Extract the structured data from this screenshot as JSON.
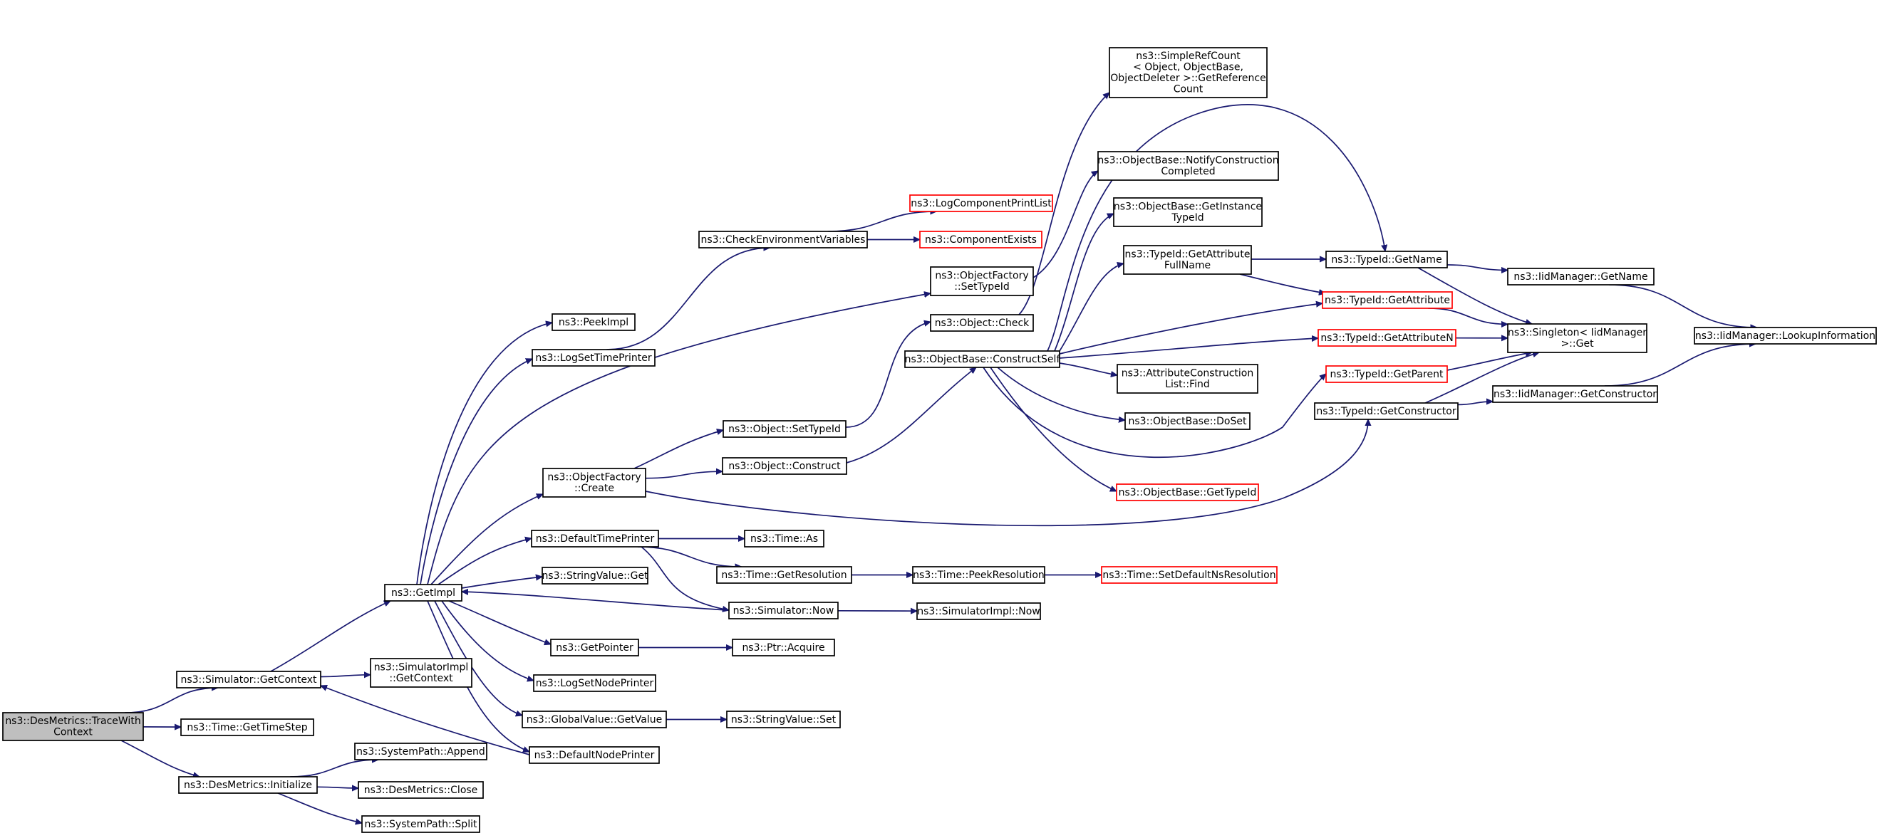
{
  "colors": {
    "edge": "#191970",
    "node_border": "#000000",
    "node_fill": "#ffffff",
    "root_fill": "#bfbfbf",
    "truncated_border": "#ff0000"
  },
  "nodes": [
    {
      "id": "n0",
      "lines": [
        "ns3::DesMetrics::TraceWith",
        "Context"
      ],
      "style": "root"
    },
    {
      "id": "n1",
      "lines": [
        "ns3::Simulator::GetContext"
      ],
      "style": "normal"
    },
    {
      "id": "n2",
      "lines": [
        "ns3::Time::GetTimeStep"
      ],
      "style": "normal"
    },
    {
      "id": "n3",
      "lines": [
        "ns3::DesMetrics::Initialize"
      ],
      "style": "normal"
    },
    {
      "id": "n4",
      "lines": [
        "ns3::GetImpl"
      ],
      "style": "normal"
    },
    {
      "id": "n5",
      "lines": [
        "ns3::SimulatorImpl",
        "::GetContext"
      ],
      "style": "normal"
    },
    {
      "id": "n6",
      "lines": [
        "ns3::PeekImpl"
      ],
      "style": "normal"
    },
    {
      "id": "n7",
      "lines": [
        "ns3::LogSetTimePrinter"
      ],
      "style": "normal"
    },
    {
      "id": "n8",
      "lines": [
        "ns3::ObjectFactory",
        "::Create"
      ],
      "style": "normal"
    },
    {
      "id": "n9",
      "lines": [
        "ns3::DefaultTimePrinter"
      ],
      "style": "normal"
    },
    {
      "id": "n10",
      "lines": [
        "ns3::StringValue::Get"
      ],
      "style": "normal"
    },
    {
      "id": "n11",
      "lines": [
        "ns3::GetPointer"
      ],
      "style": "normal"
    },
    {
      "id": "n12",
      "lines": [
        "ns3::LogSetNodePrinter"
      ],
      "style": "normal"
    },
    {
      "id": "n13",
      "lines": [
        "ns3::GlobalValue::GetValue"
      ],
      "style": "normal"
    },
    {
      "id": "n14",
      "lines": [
        "ns3::DefaultNodePrinter"
      ],
      "style": "normal"
    },
    {
      "id": "n15",
      "lines": [
        "ns3::SystemPath::Append"
      ],
      "style": "normal"
    },
    {
      "id": "n16",
      "lines": [
        "ns3::DesMetrics::Close"
      ],
      "style": "normal"
    },
    {
      "id": "n17",
      "lines": [
        "ns3::SystemPath::Split"
      ],
      "style": "normal"
    },
    {
      "id": "n18",
      "lines": [
        "ns3::CheckEnvironmentVariables"
      ],
      "style": "normal"
    },
    {
      "id": "n19",
      "lines": [
        "ns3::LogComponentPrintList"
      ],
      "style": "truncated"
    },
    {
      "id": "n20",
      "lines": [
        "ns3::ComponentExists"
      ],
      "style": "truncated"
    },
    {
      "id": "n21",
      "lines": [
        "ns3::ObjectFactory",
        "::SetTypeId"
      ],
      "style": "normal"
    },
    {
      "id": "n22",
      "lines": [
        "ns3::Object::Check"
      ],
      "style": "normal"
    },
    {
      "id": "n23",
      "lines": [
        "ns3::ObjectBase::ConstructSelf"
      ],
      "style": "normal"
    },
    {
      "id": "n24",
      "lines": [
        "ns3::Object::SetTypeId"
      ],
      "style": "normal"
    },
    {
      "id": "n25",
      "lines": [
        "ns3::Object::Construct"
      ],
      "style": "normal"
    },
    {
      "id": "n26",
      "lines": [
        "ns3::Time::As"
      ],
      "style": "normal"
    },
    {
      "id": "n27",
      "lines": [
        "ns3::Time::GetResolution"
      ],
      "style": "normal"
    },
    {
      "id": "n28",
      "lines": [
        "ns3::Simulator::Now"
      ],
      "style": "normal"
    },
    {
      "id": "n29",
      "lines": [
        "ns3::Time::PeekResolution"
      ],
      "style": "normal"
    },
    {
      "id": "n30",
      "lines": [
        "ns3::Time::SetDefaultNsResolution"
      ],
      "style": "truncated"
    },
    {
      "id": "n31",
      "lines": [
        "ns3::SimulatorImpl::Now"
      ],
      "style": "normal"
    },
    {
      "id": "n32",
      "lines": [
        "ns3::Ptr::Acquire"
      ],
      "style": "normal"
    },
    {
      "id": "n33",
      "lines": [
        "ns3::StringValue::Set"
      ],
      "style": "normal"
    },
    {
      "id": "n34",
      "lines": [
        "ns3::SimpleRefCount",
        "< Object, ObjectBase,",
        "ObjectDeleter >::GetReference",
        "Count"
      ],
      "style": "normal"
    },
    {
      "id": "n35",
      "lines": [
        "ns3::ObjectBase::NotifyConstruction",
        "Completed"
      ],
      "style": "normal"
    },
    {
      "id": "n36",
      "lines": [
        "ns3::ObjectBase::GetInstance",
        "TypeId"
      ],
      "style": "normal"
    },
    {
      "id": "n37",
      "lines": [
        "ns3::TypeId::GetAttribute",
        "FullName"
      ],
      "style": "normal"
    },
    {
      "id": "n38",
      "lines": [
        "ns3::AttributeConstruction",
        "List::Find"
      ],
      "style": "normal"
    },
    {
      "id": "n39",
      "lines": [
        "ns3::ObjectBase::DoSet"
      ],
      "style": "normal"
    },
    {
      "id": "n40",
      "lines": [
        "ns3::ObjectBase::GetTypeId"
      ],
      "style": "truncated"
    },
    {
      "id": "n41",
      "lines": [
        "ns3::TypeId::GetName"
      ],
      "style": "normal"
    },
    {
      "id": "n42",
      "lines": [
        "ns3::TypeId::GetAttribute"
      ],
      "style": "truncated"
    },
    {
      "id": "n43",
      "lines": [
        "ns3::TypeId::GetAttributeN"
      ],
      "style": "truncated"
    },
    {
      "id": "n44",
      "lines": [
        "ns3::TypeId::GetParent"
      ],
      "style": "truncated"
    },
    {
      "id": "n45",
      "lines": [
        "ns3::TypeId::GetConstructor"
      ],
      "style": "normal"
    },
    {
      "id": "n46",
      "lines": [
        "ns3::IidManager::GetName"
      ],
      "style": "normal"
    },
    {
      "id": "n47",
      "lines": [
        "ns3::Singleton< IidManager",
        ">::Get"
      ],
      "style": "normal"
    },
    {
      "id": "n48",
      "lines": [
        "ns3::IidManager::GetConstructor"
      ],
      "style": "normal"
    },
    {
      "id": "n49",
      "lines": [
        "ns3::IidManager::LookupInformation"
      ],
      "style": "normal"
    }
  ],
  "edges": [
    [
      "n0",
      "n1"
    ],
    [
      "n0",
      "n2"
    ],
    [
      "n0",
      "n3"
    ],
    [
      "n1",
      "n4"
    ],
    [
      "n1",
      "n5"
    ],
    [
      "n3",
      "n15"
    ],
    [
      "n3",
      "n16"
    ],
    [
      "n3",
      "n17"
    ],
    [
      "n4",
      "n6"
    ],
    [
      "n4",
      "n7"
    ],
    [
      "n4",
      "n21"
    ],
    [
      "n4",
      "n8"
    ],
    [
      "n4",
      "n9"
    ],
    [
      "n4",
      "n10"
    ],
    [
      "n4",
      "n11"
    ],
    [
      "n4",
      "n12"
    ],
    [
      "n4",
      "n13"
    ],
    [
      "n4",
      "n14"
    ],
    [
      "n7",
      "n18"
    ],
    [
      "n18",
      "n19"
    ],
    [
      "n18",
      "n20"
    ],
    [
      "n8",
      "n24"
    ],
    [
      "n8",
      "n25"
    ],
    [
      "n8",
      "n45"
    ],
    [
      "n24",
      "n22"
    ],
    [
      "n25",
      "n23"
    ],
    [
      "n22",
      "n34"
    ],
    [
      "n21",
      "n35"
    ],
    [
      "n23",
      "n36"
    ],
    [
      "n23",
      "n37"
    ],
    [
      "n23",
      "n41"
    ],
    [
      "n23",
      "n42"
    ],
    [
      "n23",
      "n43"
    ],
    [
      "n23",
      "n38"
    ],
    [
      "n23",
      "n39"
    ],
    [
      "n23",
      "n40"
    ],
    [
      "n23",
      "n44"
    ],
    [
      "n9",
      "n26"
    ],
    [
      "n9",
      "n27"
    ],
    [
      "n9",
      "n28"
    ],
    [
      "n27",
      "n29"
    ],
    [
      "n29",
      "n30"
    ],
    [
      "n28",
      "n4"
    ],
    [
      "n28",
      "n31"
    ],
    [
      "n11",
      "n32"
    ],
    [
      "n13",
      "n33"
    ],
    [
      "n14",
      "n1"
    ],
    [
      "n37",
      "n41"
    ],
    [
      "n37",
      "n42"
    ],
    [
      "n41",
      "n46"
    ],
    [
      "n41",
      "n47"
    ],
    [
      "n42",
      "n47"
    ],
    [
      "n43",
      "n47"
    ],
    [
      "n44",
      "n47"
    ],
    [
      "n45",
      "n47"
    ],
    [
      "n45",
      "n48"
    ],
    [
      "n46",
      "n49"
    ],
    [
      "n48",
      "n49"
    ]
  ]
}
